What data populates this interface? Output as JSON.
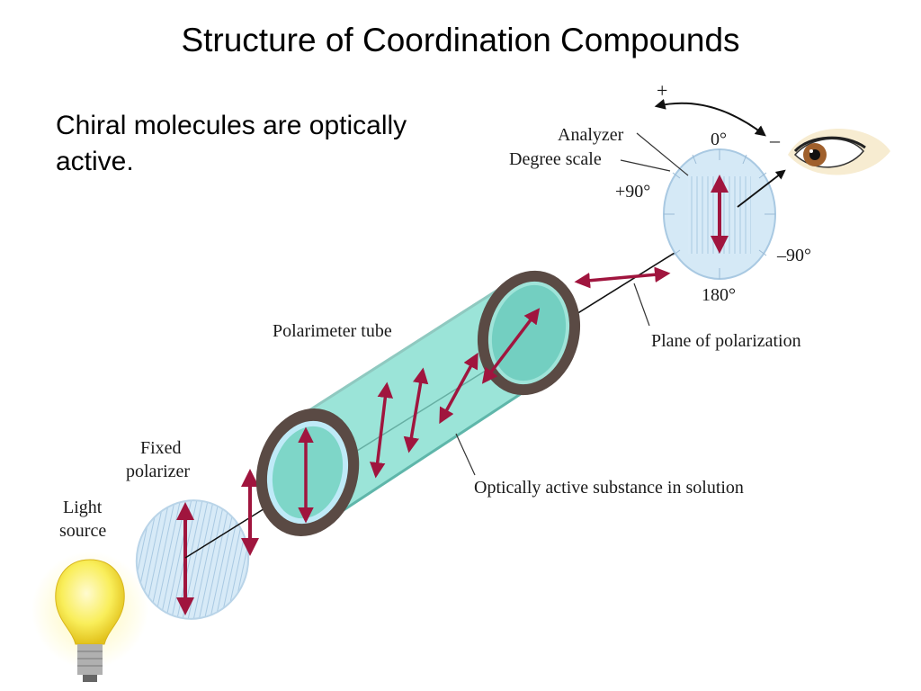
{
  "slide": {
    "title": "Structure of Coordination Compounds",
    "subtitle": "Chiral molecules are optically active."
  },
  "labels": {
    "analyzer": "Analyzer",
    "degree_scale": "Degree scale",
    "plus_90": "+90°",
    "zero": "0°",
    "minus_90": "–90°",
    "deg_180": "180°",
    "plus": "+",
    "minus": "–",
    "polarimeter_tube": "Polarimeter tube",
    "plane_of_polarization": "Plane of polarization",
    "optically_active": "Optically active substance in solution",
    "fixed": "Fixed",
    "polarizer": "polarizer",
    "light": "Light",
    "source": "source"
  },
  "colors": {
    "arrow": "#a0153e",
    "tube": "#6fd3c4",
    "ring": "#5a4a44",
    "disc": "#cfe6f5",
    "bulb": "#f9ee5a"
  }
}
